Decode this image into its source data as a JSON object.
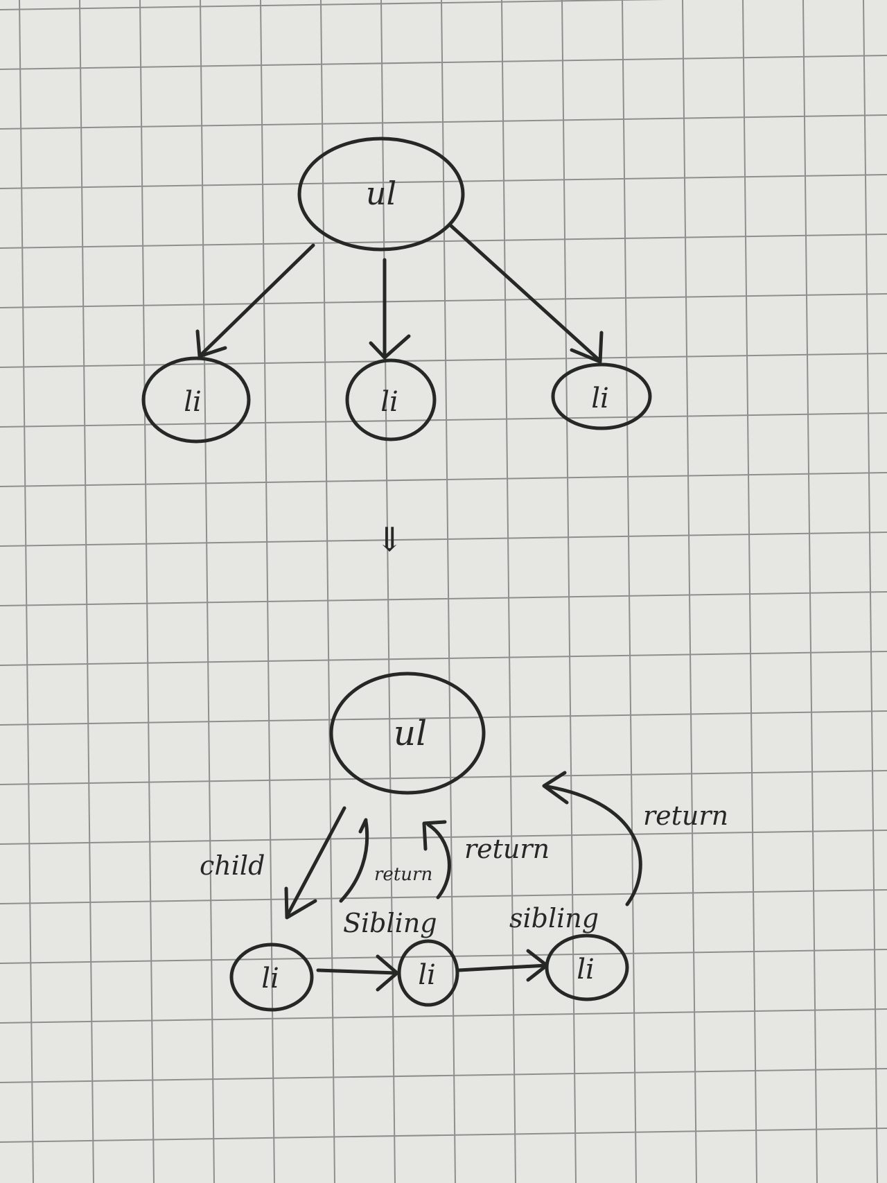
{
  "colors": {
    "paper": "#e6e6e3",
    "grid": "#8e8f8c",
    "ink": "#262826"
  },
  "top_tree": {
    "root": "ul",
    "children": [
      "li",
      "li",
      "li"
    ]
  },
  "transform_arrow": "⇓",
  "fiber_tree": {
    "root": "ul",
    "children": [
      "li",
      "li",
      "li"
    ],
    "labels": {
      "child": "child",
      "return_small": "return",
      "return_mid": "return",
      "return_far": "return",
      "sibling_1": "Sibling",
      "sibling_2": "sibling"
    }
  }
}
